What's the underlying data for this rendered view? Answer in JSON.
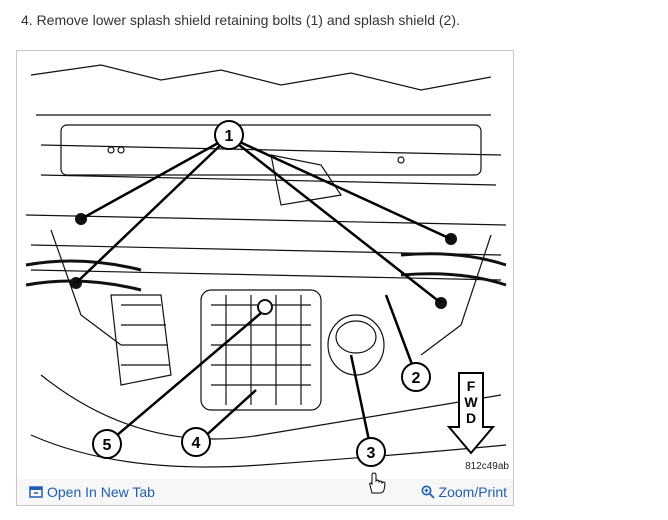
{
  "instruction": "4. Remove lower splash shield retaining bolts (1) and splash shield (2).",
  "figure": {
    "callouts": [
      "1",
      "2",
      "3",
      "4",
      "5"
    ],
    "direction_label": [
      "F",
      "W",
      "D"
    ],
    "figure_id": "812c49ab"
  },
  "footer": {
    "open_label": "Open In New Tab",
    "zoom_label": "Zoom/Print",
    "open_icon": "open-in-new-tab-icon",
    "zoom_icon": "zoom-magnifier-icon"
  },
  "colors": {
    "link": "#1f5fb3",
    "text": "#333333"
  }
}
